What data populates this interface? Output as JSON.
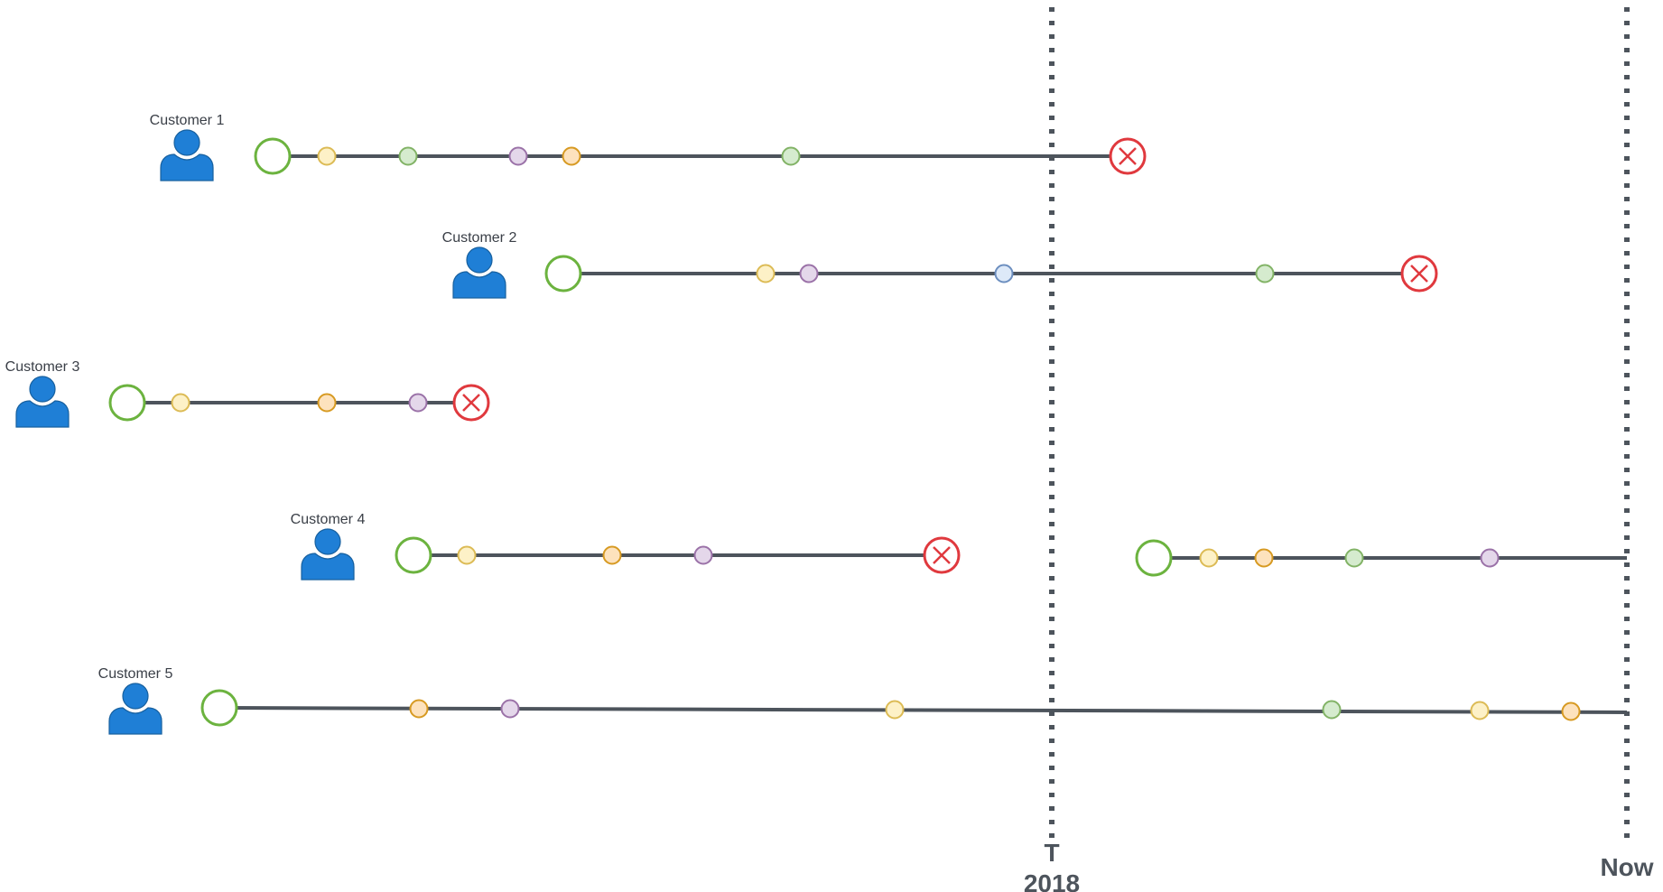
{
  "markers": {
    "t_label": "T",
    "t_year": "2018",
    "now_label": "Now"
  },
  "colors": {
    "line": "#4d545c",
    "avatar": "#1f7fd6",
    "start": "#6cb33f",
    "end": "#e0393e",
    "event_yellow_fill": "#fdf1c7",
    "event_yellow_stroke": "#dcbb55",
    "event_orange_fill": "#fde2bd",
    "event_orange_stroke": "#d79a22",
    "event_green_fill": "#d5ebce",
    "event_green_stroke": "#82b366",
    "event_purple_fill": "#e4d7ea",
    "event_purple_stroke": "#9b72a8",
    "event_blue_fill": "#dde9f8",
    "event_blue_stroke": "#6c8ebf"
  },
  "icons": {
    "customer": "person-icon",
    "start": "open-circle-icon",
    "end": "x-circle-icon",
    "event": "dot-icon"
  },
  "customers": [
    {
      "label": "Customer 1"
    },
    {
      "label": "Customer 2"
    },
    {
      "label": "Customer 3"
    },
    {
      "label": "Customer 4"
    },
    {
      "label": "Customer 5"
    }
  ]
}
